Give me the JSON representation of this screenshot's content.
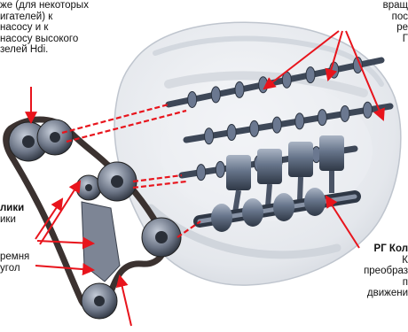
{
  "labels": {
    "top_left": [
      "же (для некоторых",
      "игателей) к",
      "насосу и к",
      "насосу высокого",
      "зелей Hdi."
    ],
    "top_right": [
      "вращ",
      "пос",
      "ре",
      "Г"
    ],
    "mid_left_title": "лики",
    "mid_left": [
      "ики"
    ],
    "bottom_left": [
      "ремня",
      "угол"
    ],
    "bottom_right_title": "РГ Кол",
    "bottom_right": [
      "К",
      "преобраз",
      "п",
      "движени"
    ]
  },
  "colors": {
    "arrow": "#e8141c",
    "engine_metal": "#5b6a80",
    "block_shadow": "#d9dde3",
    "belt": "#3b3230",
    "pulley": "#6e7584"
  },
  "icons": [
    "engine-illustration",
    "timing-belt-icon",
    "pulley-icon",
    "camshaft-icon",
    "crankshaft-icon",
    "piston-icon"
  ]
}
